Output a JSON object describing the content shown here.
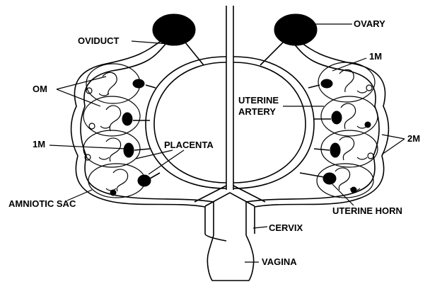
{
  "labels": {
    "oviduct": "OVIDUCT",
    "ovary": "OVARY",
    "om": "OM",
    "one_m_left": "1M",
    "one_m_right": "1M",
    "two_m": "2M",
    "uterine_artery_line1": "UTERINE",
    "uterine_artery_line2": "ARTERY",
    "placenta": "PLACENTA",
    "amniotic_sac": "AMNIOTIC SAC",
    "uterine_horn": "UTERINE HORN",
    "cervix": "CERVIX",
    "vagina": "VAGINA"
  }
}
